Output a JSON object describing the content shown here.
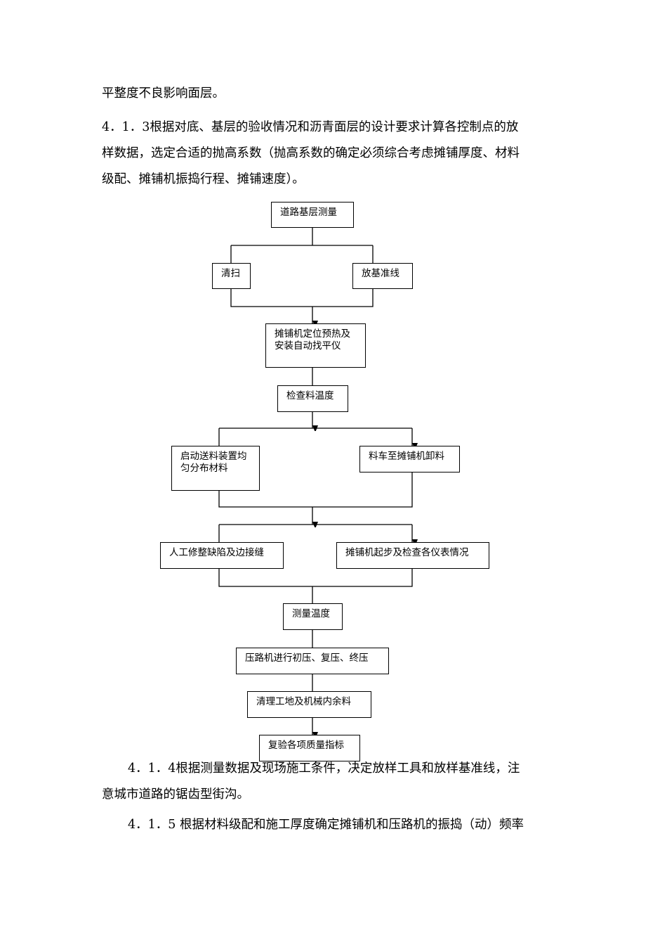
{
  "paragraphs": {
    "p0": "平整度不良影响面层。",
    "p1a": "4．1．3根据对底、基层的验收情况和沥青面层的设计要求计算各控制点的放",
    "p1b": "样数据，选定合适的抛高系数（抛高系数的确定必须综合考虑摊铺厚度、材料",
    "p1c": "级配、摊铺机振捣行程、摊铺速度）。",
    "p2a": "4．1．4根据测量数据及现场施工条件，决定放样工具和放样基准线，注",
    "p2b": "意城市道路的锯齿型街沟。",
    "p3a": "4．1．5 根据材料级配和施工厚度确定摊铺机和压路机的振捣（动）频率"
  },
  "flow": {
    "b1": "道路基层测量",
    "b2": "清扫",
    "b3": "放基准线",
    "b4a": "摊铺机定位预热及",
    "b4b": "安装自动找平仪",
    "b5": "检查料温度",
    "b6a": "启动送料装置均",
    "b6b": "匀分布材料",
    "b7": "料车至摊铺机卸料",
    "b8": "人工修整缺陷及边接缝",
    "b9": "摊铺机起步及检查各仪表情况",
    "b10": "测量温度",
    "b11": "压路机进行初压、复压、终压",
    "b12": "清理工地及机械内余料",
    "b13": "复验各项质量指标"
  }
}
